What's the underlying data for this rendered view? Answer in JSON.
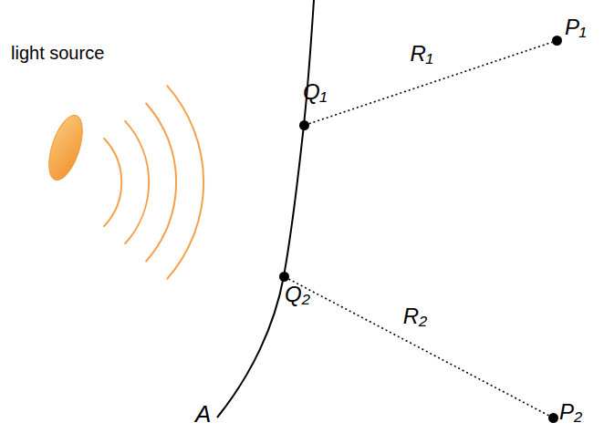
{
  "diagram": {
    "nodes": [
      {
        "text": [
          "Q₁"
        ]
      },
      {
        "text": [
          "P₁"
        ]
      },
      {
        "text": [
          "Q₂"
        ]
      },
      {
        "text": [
          "P₂"
        ]
      }
    ],
    "edges": [
      {
        "from": 0,
        "to": 1,
        "arrow": "none",
        "label": "R₁"
      },
      {
        "from": 2,
        "to": 3,
        "arrow": "none",
        "label": "R₂"
      }
    ],
    "labels": [
      "light source",
      "A"
    ]
  }
}
